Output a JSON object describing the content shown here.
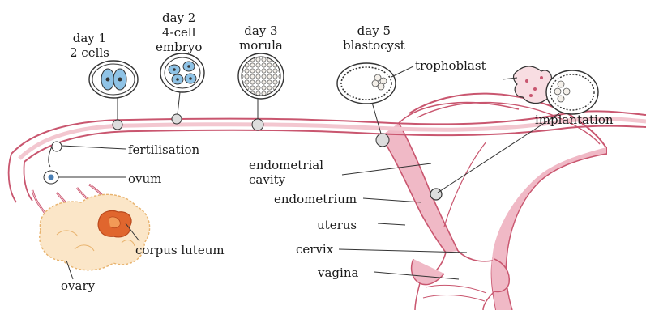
{
  "stages": [
    {
      "day": "day 1",
      "name": "2 cells"
    },
    {
      "day": "day 2",
      "name": "4-cell embryo",
      "name_line1": "4-cell",
      "name_line2": "embryo"
    },
    {
      "day": "day 3",
      "name": "morula"
    },
    {
      "day": "day 5",
      "name": "blastocyst"
    }
  ],
  "labels": {
    "trophoblast": "trophoblast",
    "implantation": "implantation",
    "fertilisation": "fertilisation",
    "endometrial_cavity_line1": "endometrial",
    "endometrial_cavity_line2": "cavity",
    "ovum": "ovum",
    "endometrium": "endometrium",
    "uterus": "uterus",
    "corpus_luteum": "corpus luteum",
    "cervix": "cervix",
    "vagina": "vagina",
    "ovary": "ovary"
  },
  "colors": {
    "tissue_pink": "#d9788f",
    "tissue_light": "#f3c7d0",
    "ovary_fill": "#fbe6c8",
    "corpus_luteum": "#e0662e",
    "cell_blue": "#8fc3e6",
    "outline": "#333333"
  }
}
